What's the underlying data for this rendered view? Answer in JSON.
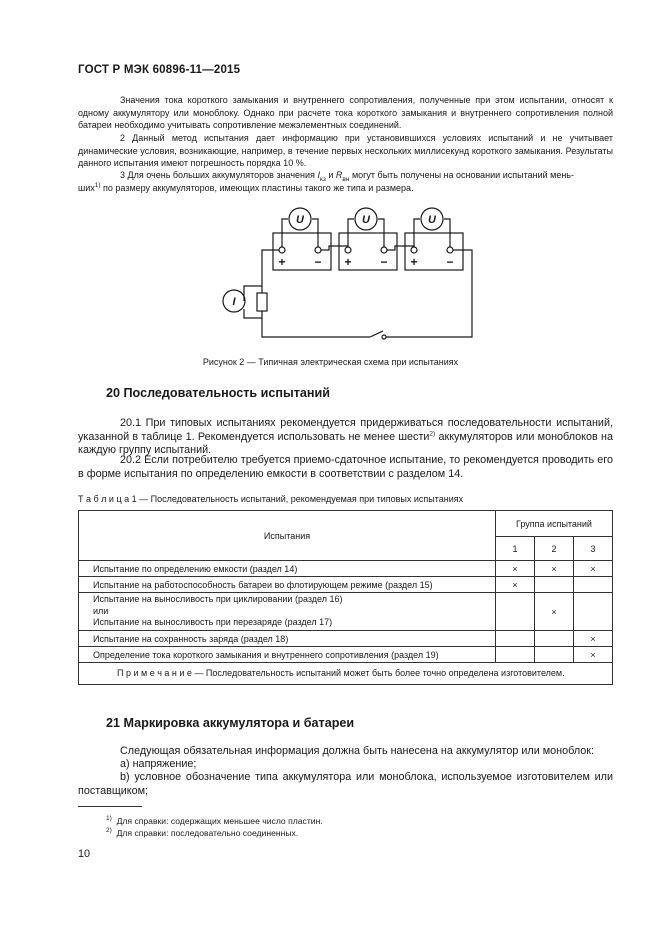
{
  "header": {
    "title": "ГОСТ Р МЭК 60896-11—2015"
  },
  "intro_paras": [
    "Значения тока короткого замыкания и внутреннего сопротивления, полученные при этом испытании, относят к одному аккумулятору или моноблоку. Однако при расчете тока короткого замыкания и внутреннего сопротивления полной батареи необходимо учитывать сопротивление межэлементных соединений.",
    "2 Данный метод испытания дает информацию при установившихся условиях испытаний и не учитывает динамические условия, возникающие, например, в течение первых нескольких миллисекунд короткого замыкания. Результаты данного испытания имеют погрешность порядка 10 %."
  ],
  "note3": {
    "part1": "3 Для очень больших аккумуляторов значения ",
    "i_sym": "I",
    "i_sub": "кз",
    "mid": " и ",
    "r_sym": "R",
    "r_sub": "вн",
    "part2": " могут быть получены на основании испытаний мень-",
    "line2a": "ших",
    "sup": "1)",
    "line2b": " по размеру аккумуляторов, имеющих пластины такого же типа и размера."
  },
  "figure": {
    "voltmeter_label": "U",
    "ammeter_label": "I",
    "plus": "+",
    "minus": "−",
    "caption": "Рисунок 2 — Типичная электрическая схема при испытаниях"
  },
  "section20": {
    "heading": "20 Последовательность испытаний",
    "p1a": "20.1 При типовых испытаниях рекомендуется придерживаться последовательности испытаний, указанной в таблице 1. Рекомендуется использовать не менее шести",
    "p1sup": "2)",
    "p1b": " аккумуляторов или моноблоков на каждую группу испытаний.",
    "p2": "20.2 Если потребителю требуется приемо-сдаточное испытание, то рекомендуется проводить его в форме испытания по определению емкости в соответствии с разделом 14."
  },
  "table": {
    "title": "Т а б л и ц а  1 — Последовательность испытаний, рекомендуемая при типовых испытаниях",
    "col_tests": "Испытания",
    "col_group": "Группа испытаний",
    "groups": [
      "1",
      "2",
      "3"
    ],
    "rows": [
      {
        "name": "Испытание по определению емкости (раздел 14)",
        "g1": "×",
        "g2": "×",
        "g3": "×"
      },
      {
        "name": "Испытание на работоспособность батареи во флотирующем режиме (раздел 15)",
        "g1": "×",
        "g2": "",
        "g3": ""
      },
      {
        "name_lines": [
          "Испытание на выносливость при циклировании (раздел 16)",
          "или",
          "Испытание на выносливость при перезаряде (раздел 17)"
        ],
        "g1": "",
        "g2": "×",
        "g3": ""
      },
      {
        "name": "Испытание на сохранность заряда (раздел 18)",
        "g1": "",
        "g2": "",
        "g3": "×"
      },
      {
        "name": "Определение тока короткого замыкания и внутреннего сопротивления (раздел 19)",
        "g1": "",
        "g2": "",
        "g3": "×"
      }
    ],
    "note_label": "П р и м е ч а н и е",
    "note_text": " — Последовательность испытаний может быть более точно определена изготовителем."
  },
  "section21": {
    "heading": "21 Маркировка аккумулятора и батареи",
    "p1": "Следующая обязательная информация должна быть нанесена на аккумулятор или моноблок:",
    "item_a": "a) напряжение;",
    "item_b": "b) условное обозначение типа аккумулятора или моноблока, используемое изготовителем или поставщиком;"
  },
  "footnotes": [
    {
      "mark": "1)",
      "text": "Для справки: содержащих меньшее число пластин."
    },
    {
      "mark": "2)",
      "text": "Для справки: последовательно соединенных."
    }
  ],
  "page_number": "10"
}
